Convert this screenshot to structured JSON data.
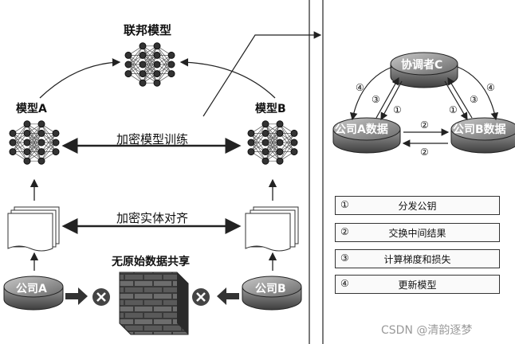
{
  "left_panel": {
    "federated_model_title": "联邦模型",
    "model_a_label": "模型A",
    "model_b_label": "模型B",
    "encrypted_training_label": "加密模型训练",
    "encrypted_alignment_label": "加密实体对齐",
    "no_raw_data_label": "无原始数据共享",
    "company_a_label": "公司A",
    "company_b_label": "公司B"
  },
  "right_panel": {
    "coordinator_label": "协调者C",
    "company_a_data_label": "公司A数据",
    "company_b_data_label": "公司B数据",
    "arrow_numbers": {
      "four": "④",
      "three": "③",
      "one": "①",
      "two": "②"
    },
    "legend": [
      {
        "num": "①",
        "text": "分发公钥"
      },
      {
        "num": "②",
        "text": "交换中间结果"
      },
      {
        "num": "③",
        "text": "计算梯度和损失"
      },
      {
        "num": "④",
        "text": "更新模型"
      }
    ]
  },
  "watermark": "CSDN @清韵逐梦"
}
